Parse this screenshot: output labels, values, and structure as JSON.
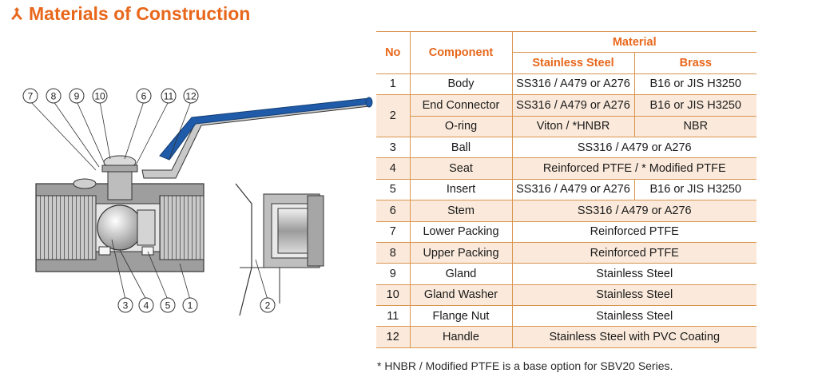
{
  "heading": {
    "icon": "valve-handle-icon",
    "title": "Materials of Construction",
    "accent": "#e8671b"
  },
  "drawing": {
    "callouts_top": [
      "7",
      "8",
      "9",
      "10",
      "6",
      "11",
      "12"
    ],
    "callouts_bottom": [
      "3",
      "4",
      "5",
      "1"
    ],
    "callout_side": "2",
    "handle_color": "#1f5ba8"
  },
  "table": {
    "headers": {
      "no": "No",
      "component": "Component",
      "material": "Material",
      "stainless": "Stainless Steel",
      "brass": "Brass"
    },
    "rows": {
      "r1": {
        "no": "1",
        "component": "Body",
        "ss": "SS316 / A479 or A276",
        "brass": "B16 or JIS H3250"
      },
      "r2a": {
        "no": "2",
        "component": "End Connector",
        "ss": "SS316 / A479 or A276",
        "brass": "B16 or JIS H3250"
      },
      "r2b": {
        "component": "O-ring",
        "ss": "Viton / *HNBR",
        "brass": "NBR"
      },
      "r3": {
        "no": "3",
        "component": "Ball",
        "both": "SS316 / A479 or A276"
      },
      "r4": {
        "no": "4",
        "component": "Seat",
        "both": "Reinforced PTFE / * Modified PTFE"
      },
      "r5": {
        "no": "5",
        "component": "Insert",
        "ss": "SS316 / A479 or A276",
        "brass": "B16 or JIS H3250"
      },
      "r6": {
        "no": "6",
        "component": "Stem",
        "both": "SS316 / A479 or A276"
      },
      "r7": {
        "no": "7",
        "component": "Lower Packing",
        "both": "Reinforced PTFE"
      },
      "r8": {
        "no": "8",
        "component": "Upper Packing",
        "both": "Reinforced PTFE"
      },
      "r9": {
        "no": "9",
        "component": "Gland",
        "both": "Stainless Steel"
      },
      "r10": {
        "no": "10",
        "component": "Gland Washer",
        "both": "Stainless Steel"
      },
      "r11": {
        "no": "11",
        "component": "Flange Nut",
        "both": "Stainless Steel"
      },
      "r12": {
        "no": "12",
        "component": "Handle",
        "both": "Stainless Steel with PVC Coating"
      }
    },
    "shade_color": "#fbeadb"
  },
  "footnote": "* HNBR / Modified PTFE is a base option for SBV20 Series."
}
